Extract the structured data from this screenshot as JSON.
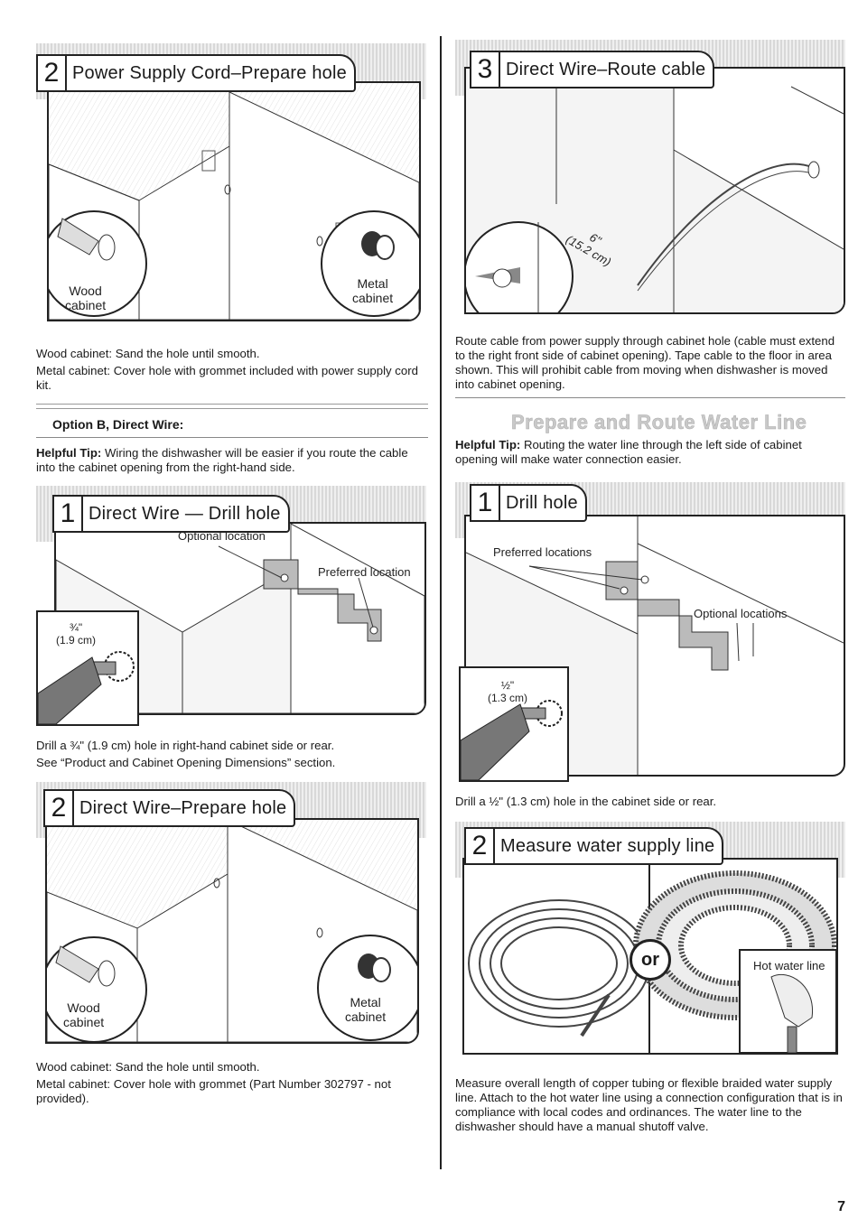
{
  "left": {
    "step_power_prepare": {
      "number": "2",
      "title": "Power Supply Cord–Prepare hole",
      "labels": {
        "wood": "Wood\ncabinet",
        "metal": "Metal\ncabinet"
      },
      "paragraphs": [
        "Wood cabinet: Sand the hole until smooth.",
        "Metal cabinet: Cover hole with grommet included with power supply cord kit."
      ]
    },
    "option_b_heading": "Option B, Direct Wire:",
    "helpful_tip": {
      "label": "Helpful Tip:",
      "text": " Wiring the dishwasher will be easier if you route the cable into the cabinet opening from the right-hand side."
    },
    "step_direct_drill": {
      "number": "1",
      "title": "Direct Wire — Drill hole",
      "labels": {
        "optional": "Optional location",
        "preferred": "Preferred location",
        "size": "¾\"\n(1.9 cm)"
      },
      "paragraphs": [
        "Drill a ¾\" (1.9 cm) hole in right-hand cabinet side or rear.",
        "See “Product and Cabinet Opening Dimensions” section."
      ]
    },
    "step_direct_prepare": {
      "number": "2",
      "title": "Direct Wire–Prepare hole",
      "labels": {
        "wood": "Wood\ncabinet",
        "metal": "Metal\ncabinet"
      },
      "paragraphs": [
        "Wood cabinet: Sand the hole until smooth.",
        "Metal cabinet: Cover hole with grommet (Part Number 302797 - not provided)."
      ]
    }
  },
  "right": {
    "step_route_cable": {
      "number": "3",
      "title": "Direct Wire–Route cable",
      "labels": {
        "dim": "6\"\n(15.2 cm)"
      },
      "paragraphs": [
        "Route cable from power supply through cabinet hole (cable must extend to the right front side of cabinet opening). Tape cable to the floor in area shown. This will prohibit cable from moving when dishwasher is moved into cabinet opening."
      ]
    },
    "section_title": "Prepare and Route Water Line",
    "helpful_tip": {
      "label": "Helpful Tip:",
      "text": " Routing the water line through the left side of cabinet opening will make water connection easier."
    },
    "step_drill": {
      "number": "1",
      "title": "Drill hole",
      "labels": {
        "preferred": "Preferred locations",
        "optional": "Optional locations",
        "size": "½\"\n(1.3 cm)"
      },
      "paragraphs": [
        "Drill a ½\" (1.3 cm) hole in the cabinet side or rear."
      ]
    },
    "step_measure": {
      "number": "2",
      "title": "Measure water supply line",
      "labels": {
        "or": "or",
        "hot": "Hot water line"
      },
      "paragraphs": [
        "Measure overall length of copper tubing or flexible braided water supply line. Attach to the hot water line using a connection configuration that is in compliance with local codes and ordinances. The water line to the dishwasher should have a manual shutoff valve."
      ]
    }
  },
  "page_number": "7"
}
